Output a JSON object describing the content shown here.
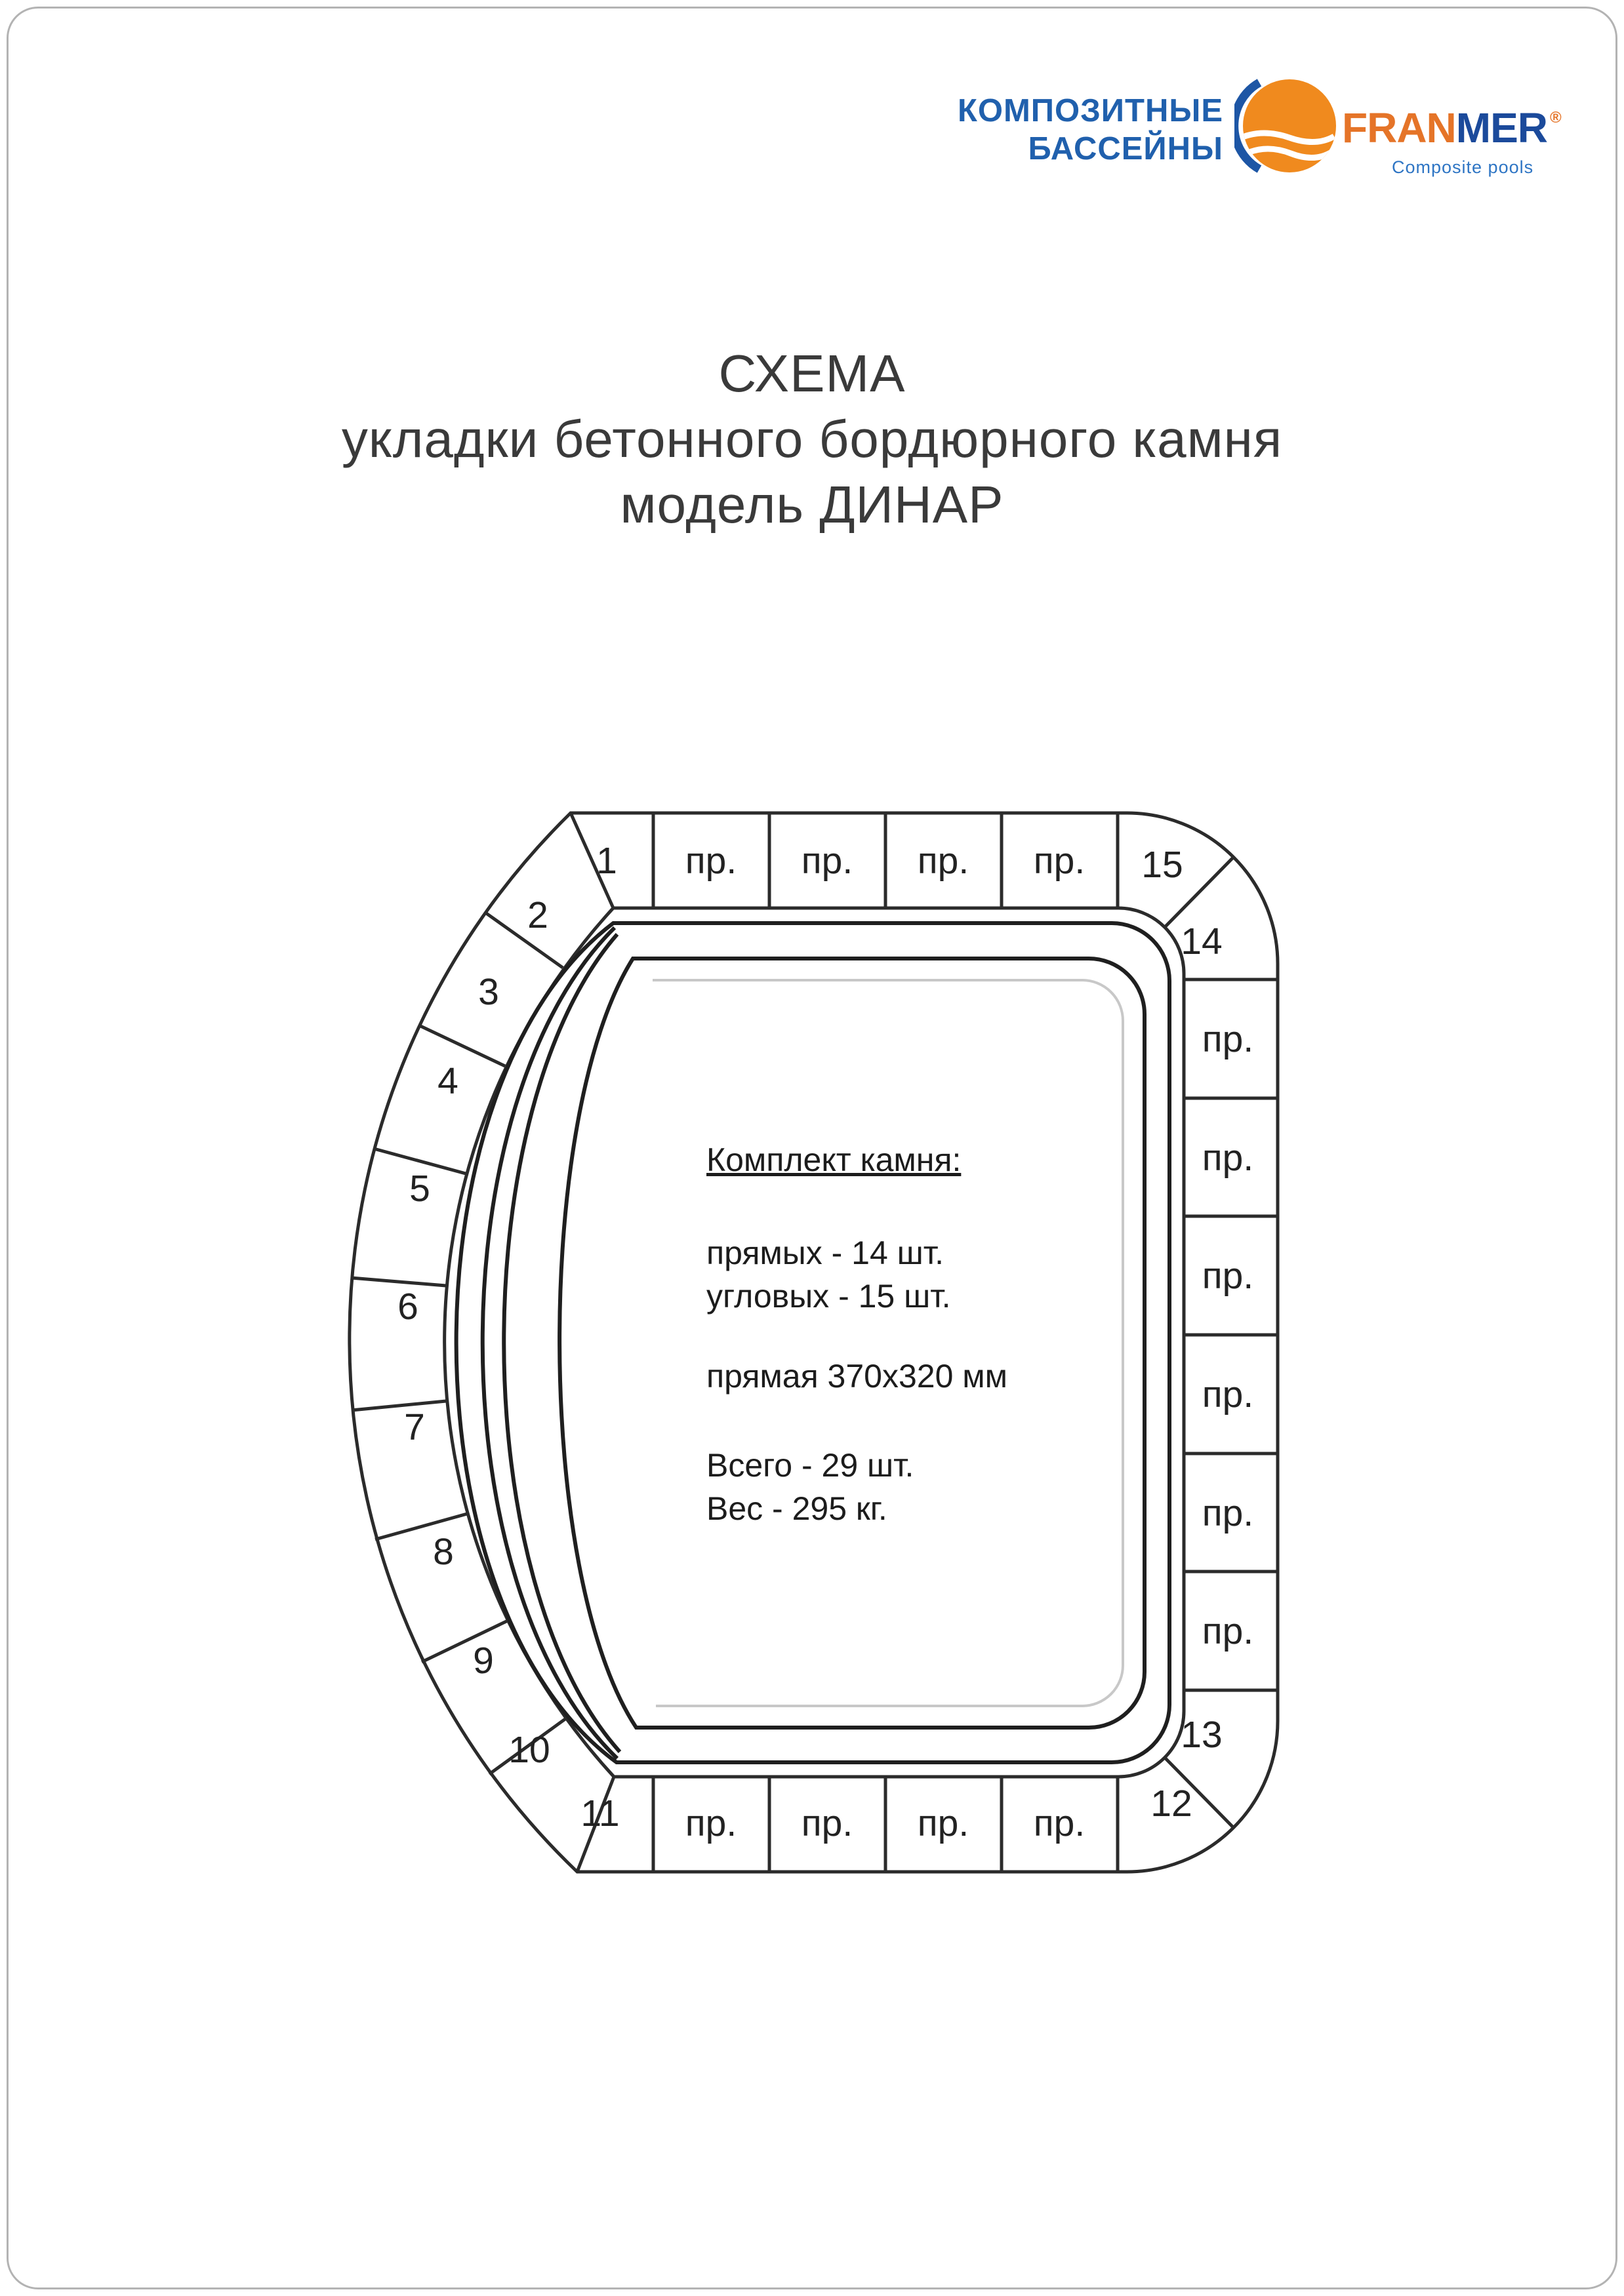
{
  "logo": {
    "tagline1": "КОМПОЗИТНЫЕ",
    "tagline2": "БАССЕЙНЫ",
    "brand_orange": "FRAN",
    "brand_blue": "MER",
    "registered": "®",
    "tag": "Composite pools",
    "colors": {
      "sun_orange": "#f08a1e",
      "brand_orange": "#e57428",
      "brand_blue": "#1b4a9b",
      "tagline_blue": "#2060ad"
    }
  },
  "title": {
    "line1": "СХЕМА",
    "line2": "укладки бетонного бордюрного камня",
    "line3": "модель ДИНАР"
  },
  "info": {
    "heading": "Комплект камня:",
    "straight_count": "прямых - 14 шт.",
    "corner_count": "угловых - 15 шт.",
    "size": "прямая 370х320 мм",
    "total": "Всего - 29 шт.",
    "weight": "Вес - 295 кг."
  },
  "ring": {
    "pr": "пр.",
    "n1": "1",
    "n2": "2",
    "n3": "3",
    "n4": "4",
    "n5": "5",
    "n6": "6",
    "n7": "7",
    "n8": "8",
    "n9": "9",
    "n10": "10",
    "n11": "11",
    "n12": "12",
    "n13": "13",
    "n14": "14",
    "n15": "15"
  }
}
